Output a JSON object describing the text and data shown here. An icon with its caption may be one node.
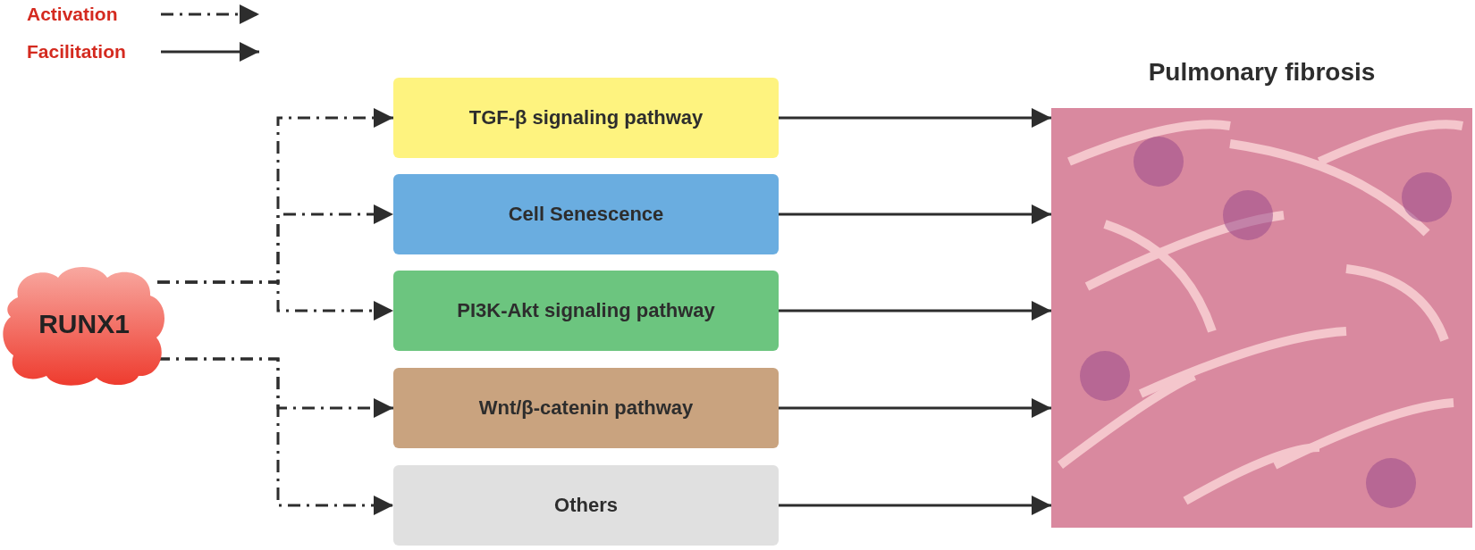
{
  "diagram": {
    "nodes": [
      {
        "text": [
          "RUNX1"
        ]
      },
      {
        "text": [
          "TGF-β signaling pathway"
        ]
      },
      {
        "text": [
          "Cell Senescence"
        ]
      },
      {
        "text": [
          "PI3K-Akt signaling pathway"
        ]
      },
      {
        "text": [
          "Wnt/β-catenin pathway"
        ]
      },
      {
        "text": [
          "Others"
        ]
      },
      {
        "text": [
          "Pulmonary fibrosis"
        ]
      }
    ],
    "edges": [
      {
        "from": 0,
        "to": 1,
        "arrow": "to",
        "style": "dashed"
      },
      {
        "from": 0,
        "to": 2,
        "arrow": "to",
        "style": "dashed"
      },
      {
        "from": 0,
        "to": 3,
        "arrow": "to",
        "style": "dashed"
      },
      {
        "from": 0,
        "to": 4,
        "arrow": "to",
        "style": "dashed"
      },
      {
        "from": 0,
        "to": 5,
        "arrow": "to",
        "style": "dashed"
      },
      {
        "from": 1,
        "to": 6,
        "arrow": "to"
      },
      {
        "from": 2,
        "to": 6,
        "arrow": "to"
      },
      {
        "from": 3,
        "to": 6,
        "arrow": "to"
      },
      {
        "from": 4,
        "to": 6,
        "arrow": "to"
      },
      {
        "from": 5,
        "to": 6,
        "arrow": "to"
      }
    ],
    "legend": [
      {
        "text": "Activation"
      },
      {
        "text": "Facilitation"
      }
    ]
  }
}
